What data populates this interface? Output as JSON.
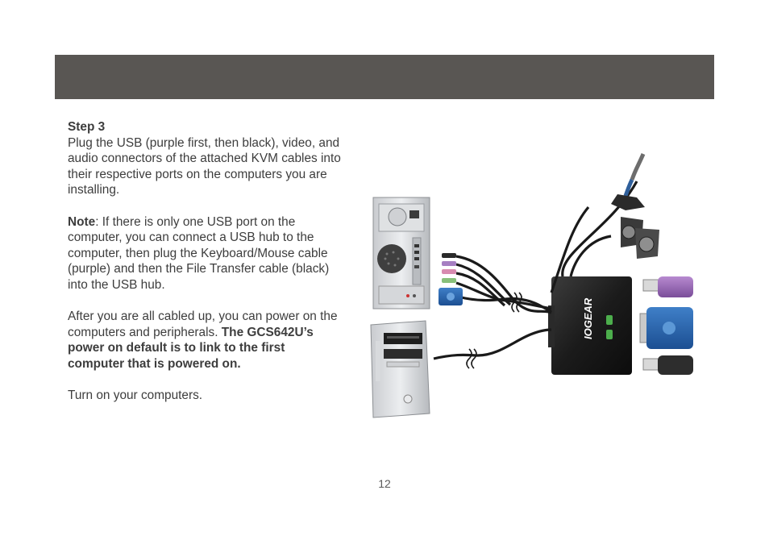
{
  "step": {
    "title": "Step 3",
    "body": "Plug the USB (purple first, then black), video, and audio connectors of the attached KVM cables into their respective ports on the computers you are installing."
  },
  "note": {
    "label": "Note",
    "body": ": If there is only one USB port on the computer, you can connect a USB hub to the computer, then plug the Keyboard/Mouse cable (purple) and then the File Transfer cable (black) into the USB hub."
  },
  "after": {
    "plain": "After you are all cabled up, you can power on the computers and peripherals. ",
    "bold": "The GCS642U’s power on default is to link to the first computer that is powered on."
  },
  "turn_on": "Turn on your computers.",
  "illustration": {
    "brand_logo_text": "IOGEAR"
  },
  "page_number": "12"
}
